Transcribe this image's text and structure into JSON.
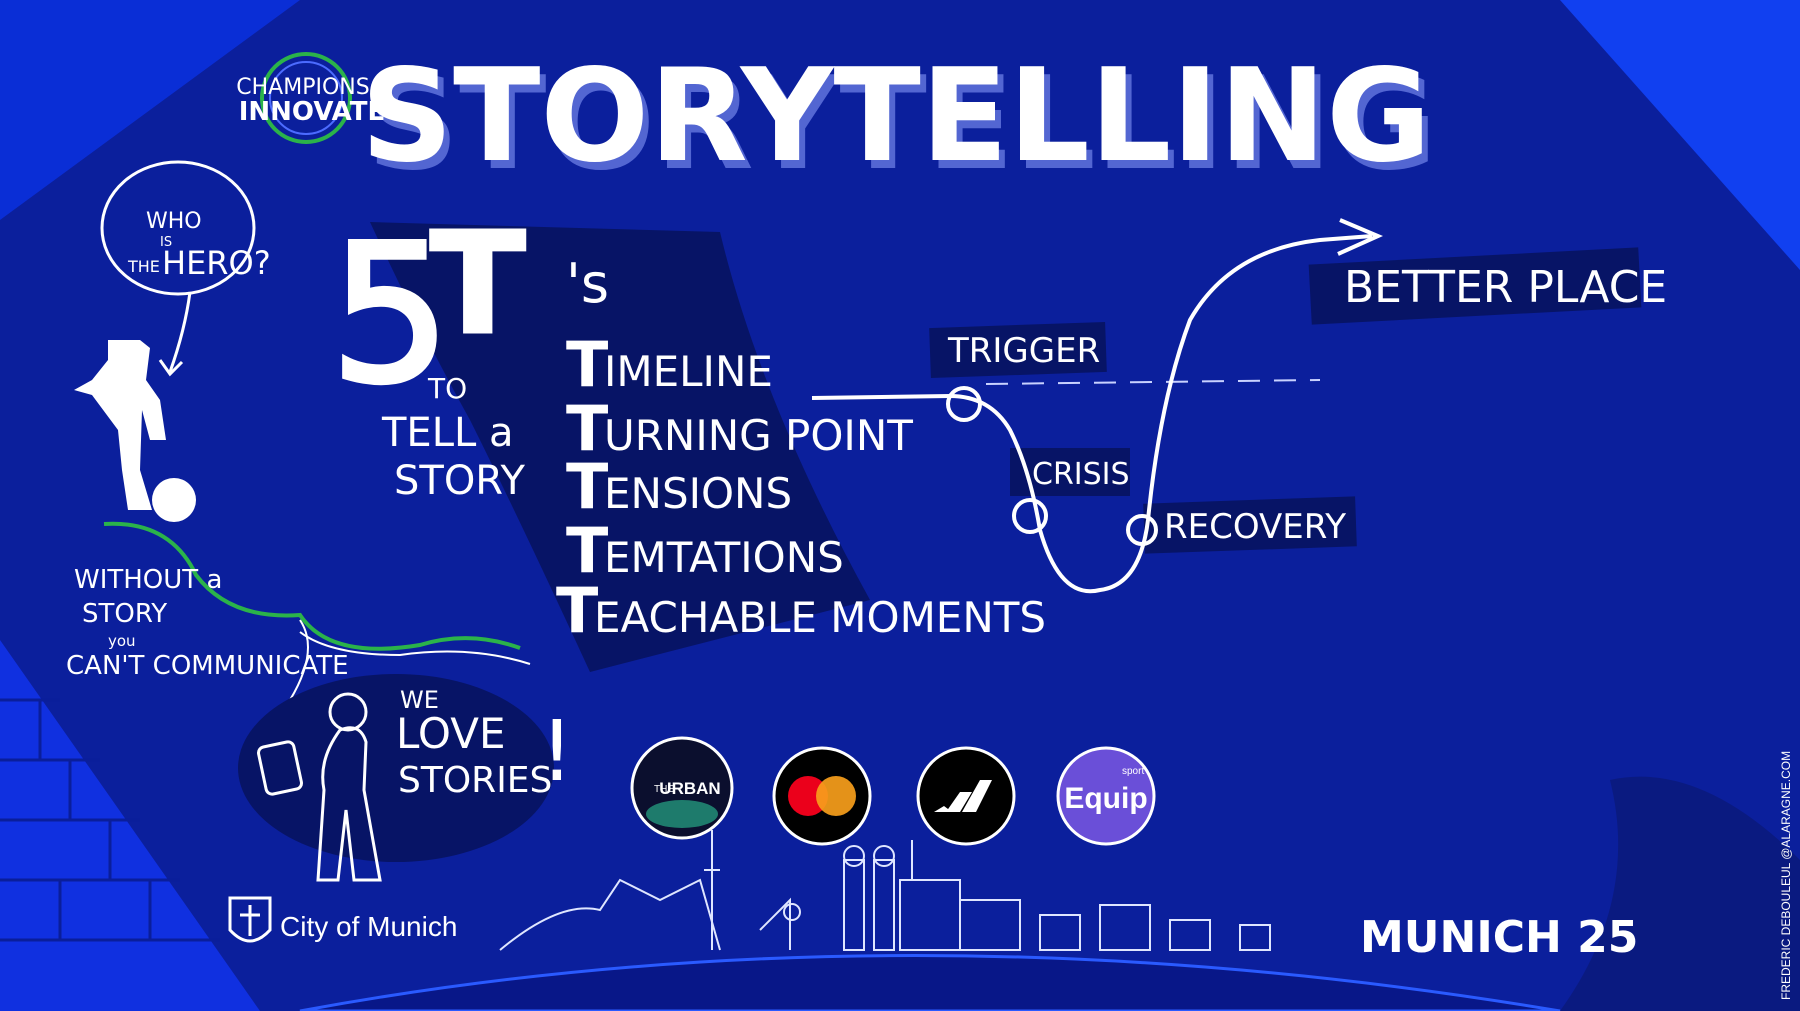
{
  "title": "STORYTELLING",
  "brand_badge": {
    "line1": "CHAMPIONS",
    "line2": "INNOVATE"
  },
  "hero_bubble": {
    "line1": "WHO",
    "line2": "IS",
    "line3": "THE",
    "line4": "HERO?"
  },
  "hero_mark": "?",
  "five_t": {
    "big_5": "5",
    "big_t": "T",
    "suffix": "'s",
    "to": "TO",
    "tell_a": "TELL a",
    "story": "STORY",
    "items": [
      {
        "initial": "T",
        "rest": "IMELINE"
      },
      {
        "initial": "T",
        "rest": "URNING POINT"
      },
      {
        "initial": "T",
        "rest": "ENSIONS"
      },
      {
        "initial": "T",
        "rest": "EMTATIONS"
      },
      {
        "initial": "T",
        "rest": "EACHABLE MOMENTS"
      }
    ]
  },
  "arc": {
    "trigger": "TRIGGER",
    "crisis": "CRISIS",
    "recovery": "RECOVERY",
    "better_place": "BETTER PLACE"
  },
  "without_story": {
    "line1": "WITHOUT a",
    "line2": "STORY",
    "line3": "you",
    "line4": "CAN'T COMMUNICATE"
  },
  "love_stories": {
    "line1": "WE",
    "line2": "LOVE",
    "line3": "STORIES",
    "mark": "!"
  },
  "sponsors": [
    {
      "label": "URBAN",
      "pre": "THE"
    },
    {
      "label": "mastercard"
    },
    {
      "label": "adidas"
    },
    {
      "label": "Equip",
      "sup": "sport"
    }
  ],
  "city_of_munich": "City of Munich",
  "munich25": "MUNICH 25",
  "credit": "FREDERIC DEBOULEUL @ALARAGNE.COM",
  "colors": {
    "background": "#0b1f9c",
    "accent_green": "#2bb34a",
    "white": "#ffffff",
    "dark_panel": "#071466"
  }
}
